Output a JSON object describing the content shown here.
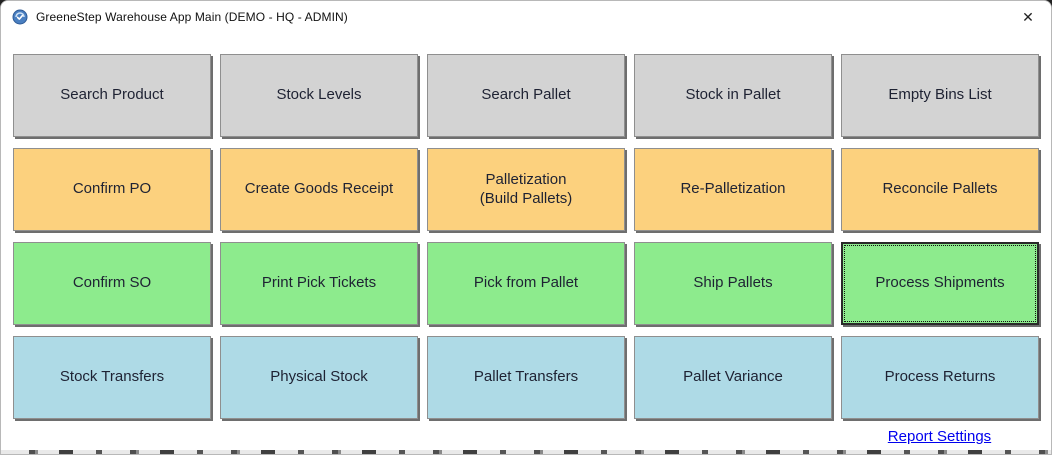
{
  "window": {
    "title": "GreeneStep Warehouse App Main (DEMO - HQ - ADMIN)",
    "close_icon": "✕"
  },
  "colors": {
    "row_gray": "#d3d3d3",
    "row_orange": "#fcd17e",
    "row_green": "#8deb8d",
    "row_blue": "#aedae6",
    "button_text": "#1e2233",
    "link_blue": "#0000ee"
  },
  "button_rows": [
    {
      "color": "#d3d3d3",
      "items": [
        "Search Product",
        "Stock Levels",
        "Search Pallet",
        "Stock in Pallet",
        "Empty Bins List"
      ]
    },
    {
      "color": "#fcd17e",
      "items": [
        "Confirm PO",
        "Create Goods Receipt",
        "Palletization\n(Build Pallets)",
        "Re-Palletization",
        "Reconcile Pallets"
      ]
    },
    {
      "color": "#8deb8d",
      "items": [
        "Confirm SO",
        "Print Pick Tickets",
        "Pick from Pallet",
        "Ship Pallets",
        "Process Shipments"
      ]
    },
    {
      "color": "#aedae6",
      "items": [
        "Stock Transfers",
        "Physical Stock",
        "Pallet Transfers",
        "Pallet Variance",
        "Process Returns"
      ]
    }
  ],
  "focused_button": "Process Shipments",
  "footer": {
    "report_settings_label": "Report Settings"
  }
}
